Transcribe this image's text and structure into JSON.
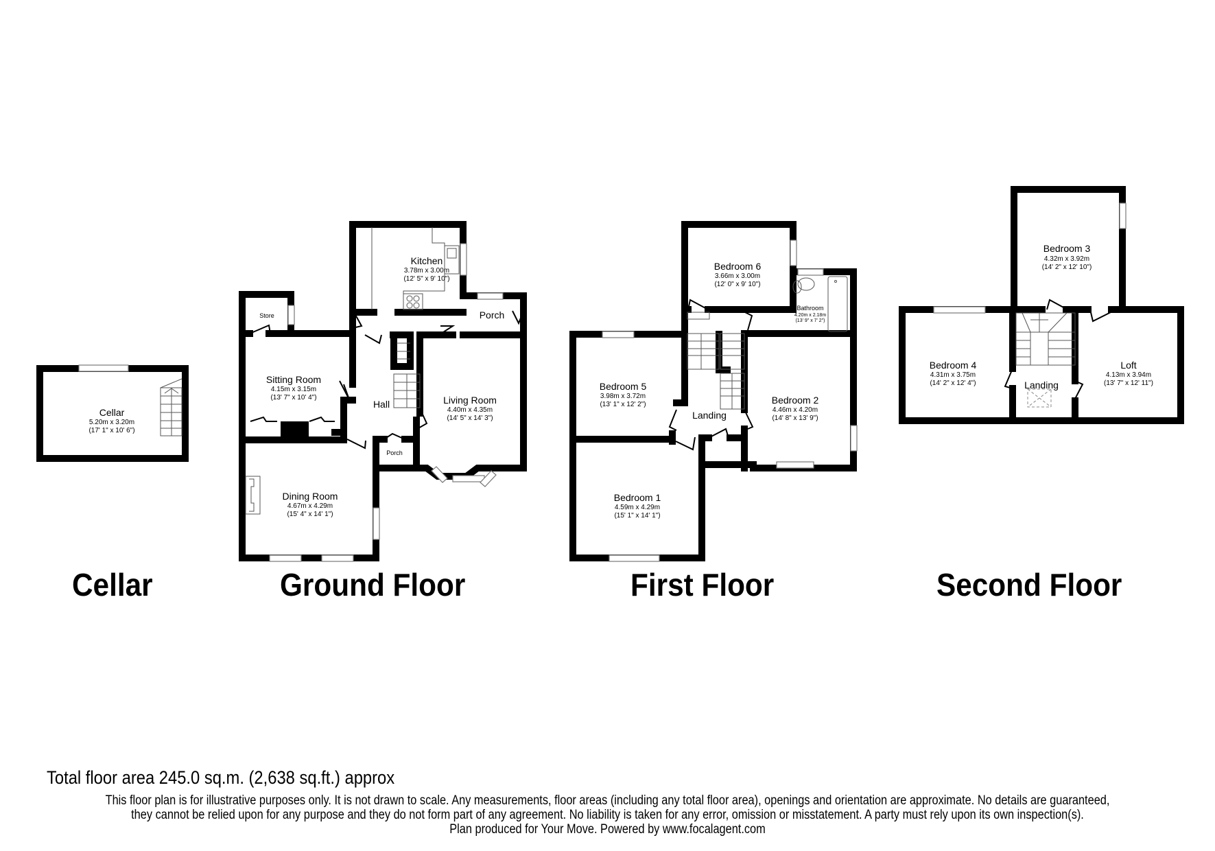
{
  "floors": [
    {
      "id": "cellar",
      "label": "Cellar"
    },
    {
      "id": "ground",
      "label": "Ground Floor"
    },
    {
      "id": "first",
      "label": "First Floor"
    },
    {
      "id": "second",
      "label": "Second Floor"
    }
  ],
  "rooms": {
    "cellar": {
      "name": "Cellar",
      "metric": "5.20m x 3.20m",
      "imperial": "(17' 1\" x 10' 6\")"
    },
    "kitchen": {
      "name": "Kitchen",
      "metric": "3.78m x 3.00m",
      "imperial": "(12' 5\" x 9' 10\")"
    },
    "store": {
      "name": "Store"
    },
    "porch_rear": {
      "name": "Porch"
    },
    "sitting_room": {
      "name": "Sitting Room",
      "metric": "4.15m x 3.15m",
      "imperial": "(13' 7\" x 10' 4\")"
    },
    "hall": {
      "name": "Hall"
    },
    "living_room": {
      "name": "Living Room",
      "metric": "4.40m x 4.35m",
      "imperial": "(14' 5\" x 14' 3\")"
    },
    "porch_front": {
      "name": "Porch"
    },
    "dining_room": {
      "name": "Dining Room",
      "metric": "4.67m x 4.29m",
      "imperial": "(15' 4\" x 14' 1\")"
    },
    "bedroom6": {
      "name": "Bedroom 6",
      "metric": "3.66m x 3.00m",
      "imperial": "(12' 0\" x 9' 10\")"
    },
    "bathroom": {
      "name": "Bathroom",
      "metric": "4.20m x 2.18m",
      "imperial": "(13' 9\" x 7' 2\")"
    },
    "bedroom5": {
      "name": "Bedroom 5",
      "metric": "3.98m x 3.72m",
      "imperial": "(13' 1\" x 12' 2\")"
    },
    "landing_first": {
      "name": "Landing"
    },
    "bedroom2": {
      "name": "Bedroom 2",
      "metric": "4.46m x 4.20m",
      "imperial": "(14' 8\" x 13' 9\")"
    },
    "bedroom1": {
      "name": "Bedroom 1",
      "metric": "4.59m x 4.29m",
      "imperial": "(15' 1\" x 14' 1\")"
    },
    "bedroom3": {
      "name": "Bedroom 3",
      "metric": "4.32m x 3.92m",
      "imperial": "(14' 2\" x 12' 10\")"
    },
    "bedroom4": {
      "name": "Bedroom 4",
      "metric": "4.31m x 3.75m",
      "imperial": "(14' 2\" x 12' 4\")"
    },
    "landing_second": {
      "name": "Landing"
    },
    "loft": {
      "name": "Loft",
      "metric": "4.13m x 3.94m",
      "imperial": "(13' 7\" x 12' 11\")"
    }
  },
  "footer": {
    "total_area": "Total floor area 245.0 sq.m. (2,638 sq.ft.) approx",
    "disclaimer": [
      "This floor plan is for illustrative purposes only. It is not drawn to scale. Any measurements, floor areas (including any total floor area), openings and orientation are approximate. No details are guaranteed,",
      "they cannot be relied upon for any purpose and they do not form part of any agreement. No liability is taken for any error, omission or misstatement. A party must rely upon its own inspection(s).",
      "Plan produced for Your Move. Powered by www.focalagent.com"
    ]
  }
}
